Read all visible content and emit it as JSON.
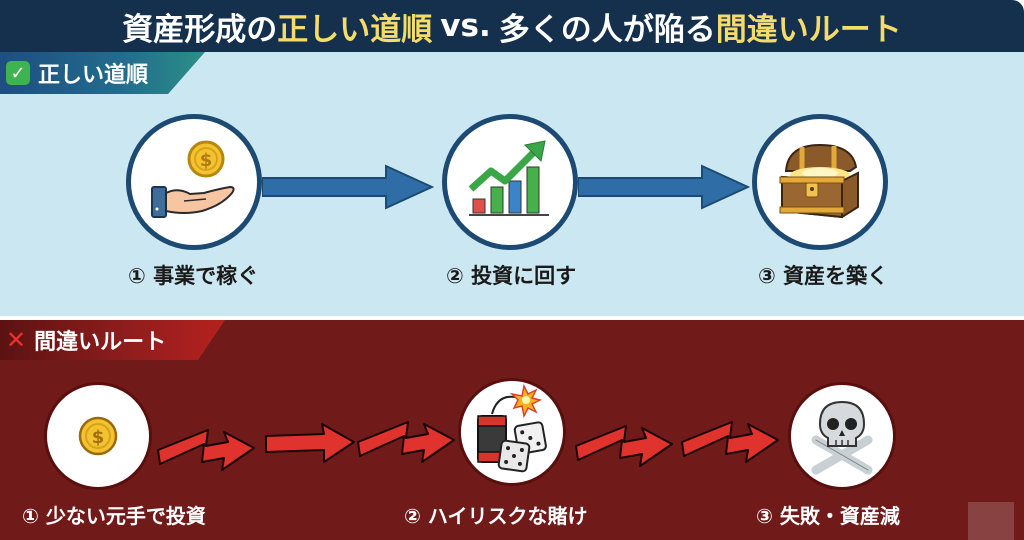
{
  "header": {
    "title_part1": "資産形成の",
    "title_highlight1": "正しい道順",
    "title_vs": "vs.",
    "title_part2": "多くの人が陥る",
    "title_highlight2": "間違いルート",
    "colors": {
      "background": "#14304d",
      "highlight": "#f5dc6a",
      "text": "#ffffff"
    }
  },
  "correct_path": {
    "tab_label": "正しい道順",
    "tab_icon": "check-mark-icon",
    "background": "#cbe8f2",
    "steps": [
      {
        "label": "① 事業で稼ぐ",
        "icon": "hand-with-coin-icon"
      },
      {
        "label": "② 投資に回す",
        "icon": "growth-chart-icon"
      },
      {
        "label": "③ 資産を築く",
        "icon": "treasure-chest-icon"
      }
    ],
    "connector": "straight-blue-arrow"
  },
  "wrong_route": {
    "tab_label": "間違いルート",
    "tab_icon": "cross-mark-icon",
    "background": "#711a1a",
    "steps": [
      {
        "label": "① 少ない元手で投資",
        "icon": "small-coin-icon"
      },
      {
        "label": "② ハイリスクな賭け",
        "icon": "dynamite-and-dice-icon"
      },
      {
        "label": "③ 失敗・資産減",
        "icon": "skull-and-crossbones-icon"
      }
    ],
    "connector": "zigzag-red-arrows"
  }
}
